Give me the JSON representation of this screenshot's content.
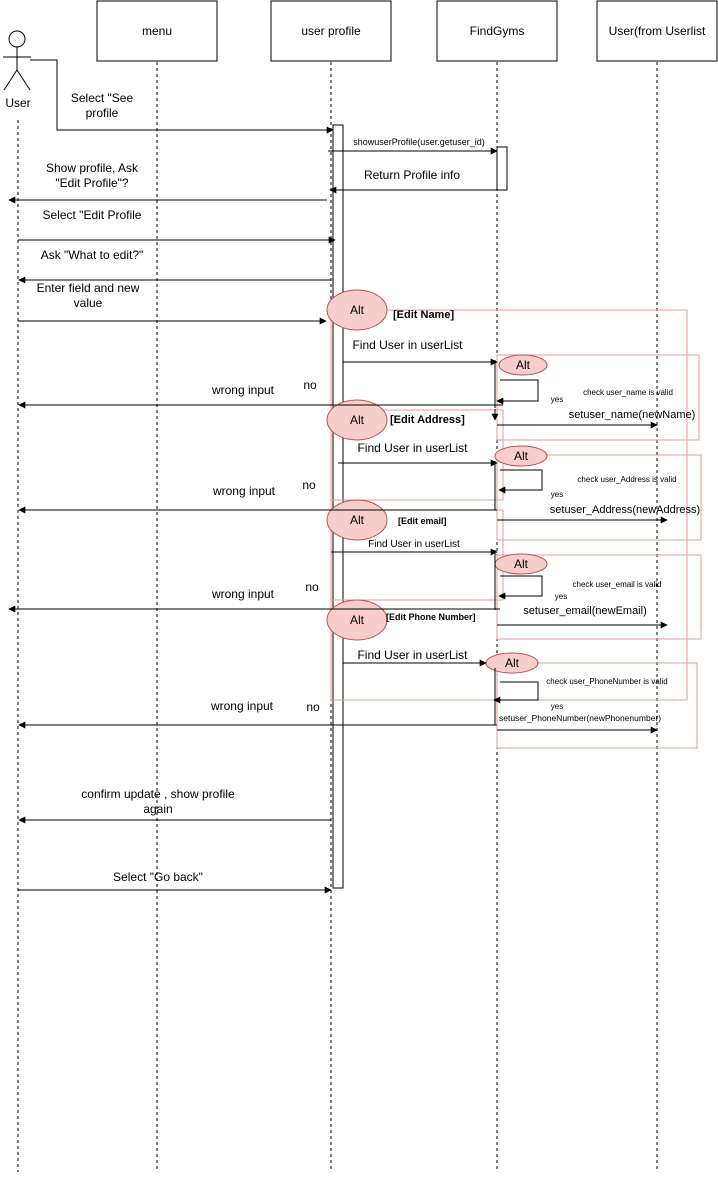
{
  "actors": {
    "user": "User",
    "menu": "menu",
    "profile": "user profile",
    "findgyms": "FindGyms",
    "userlist": "User(from Userlist"
  },
  "messages": {
    "m1": "Select \"See profile",
    "m2": "showuserProfile(user.getuser_id)",
    "m3": "Return Profile info",
    "m4": "Show profile, Ask \"Edit Profile\"?",
    "m5": "Select \"Edit Profile",
    "m6": "Ask \"What to edit?\"",
    "m7": "Enter field and new value",
    "m8": "confirm update , show profile again",
    "m9": "Select \"Go back\""
  },
  "alt_label": "Alt",
  "frag_name": {
    "guard": "[Edit Name]",
    "find": "Find User in userList",
    "wrong": "wrong input",
    "no": "no",
    "check": "check user_name is valid",
    "yes": "yes",
    "set": "setuser_name(newName)"
  },
  "frag_address": {
    "guard": "[Edit Address]",
    "find": "Find User in userList",
    "wrong": "wrong input",
    "no": "no",
    "check": "check user_Address is valid",
    "yes": "yes",
    "set": "setuser_Address(newAddress)"
  },
  "frag_email": {
    "guard": "[Edit email]",
    "find": "Find User in userList",
    "wrong": "wrong input",
    "no": "no",
    "check": "check user_email is valid",
    "yes": "yes",
    "set": "setuser_email(newEmail)"
  },
  "frag_phone": {
    "guard": "[Edit Phone Number]",
    "find": "Find User in userList",
    "wrong": "wrong input",
    "no": "no",
    "check": "check user_PhoneNumber is valid",
    "yes": "yes",
    "set": "setuser_PhoneNumber(newPhonenumber)"
  }
}
